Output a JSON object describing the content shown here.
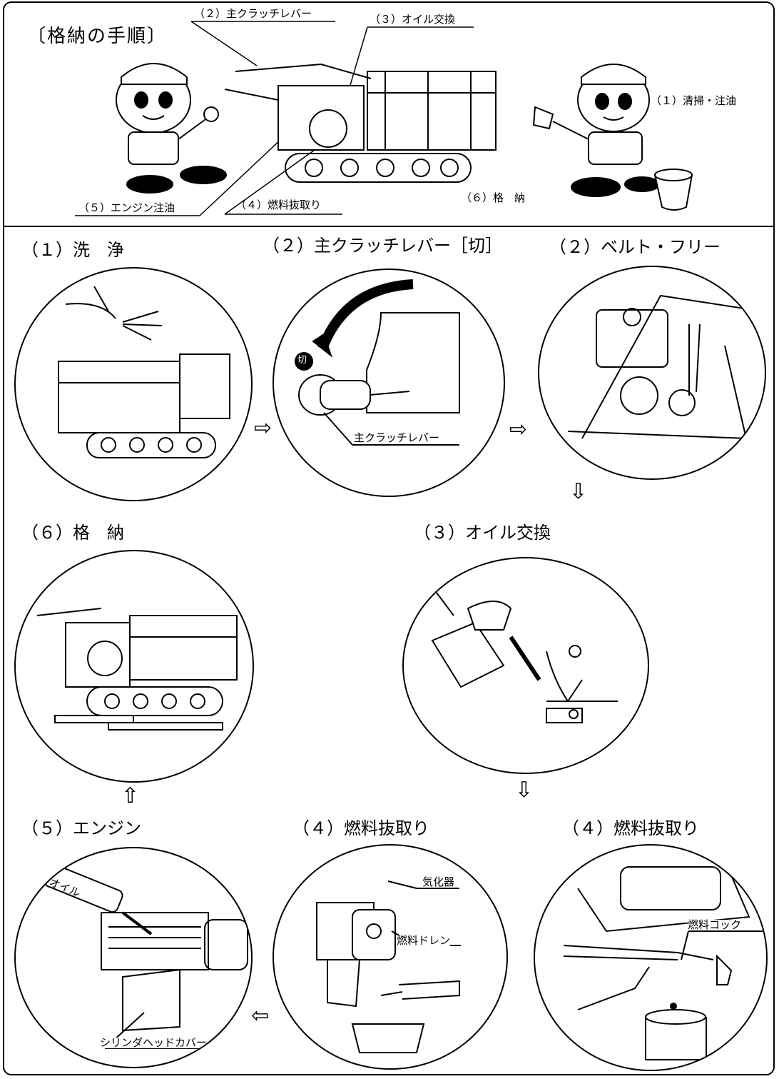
{
  "header": {
    "title": "〔格納の手順〕",
    "labels": {
      "clutch_lever": "（２）主クラッチレバー",
      "oil_change": "（３）オイル交換",
      "cleaning_oiling": "（１）清掃・注油",
      "engine_oiling": "（５）エンジン注油",
      "fuel_drain": "（４）燃料抜取り",
      "storage": "（６）格　納"
    }
  },
  "steps": {
    "wash": {
      "title": "（１）洗　浄"
    },
    "clutch": {
      "title": "（２）主クラッチレバー［切］",
      "off_badge": "切",
      "part_label": "主クラッチレバー"
    },
    "belt_free": {
      "title": "（２）ベルト・フリー"
    },
    "storage": {
      "title": "（６）格　納"
    },
    "oil_change": {
      "title": "（３）オイル交換"
    },
    "engine": {
      "title": "（５）エンジン",
      "oil_label": "オイル",
      "part_label": "シリンダヘッドカバー"
    },
    "fuel_drain_carb": {
      "title": "（４）燃料抜取り",
      "carburetor": "気化器",
      "drain": "燃料ドレン"
    },
    "fuel_drain_cock": {
      "title": "（４）燃料抜取り",
      "cock": "燃料コック"
    }
  },
  "arrows": {
    "right": "⇨",
    "left": "⇦",
    "down": "⇩",
    "up": "⇧"
  }
}
